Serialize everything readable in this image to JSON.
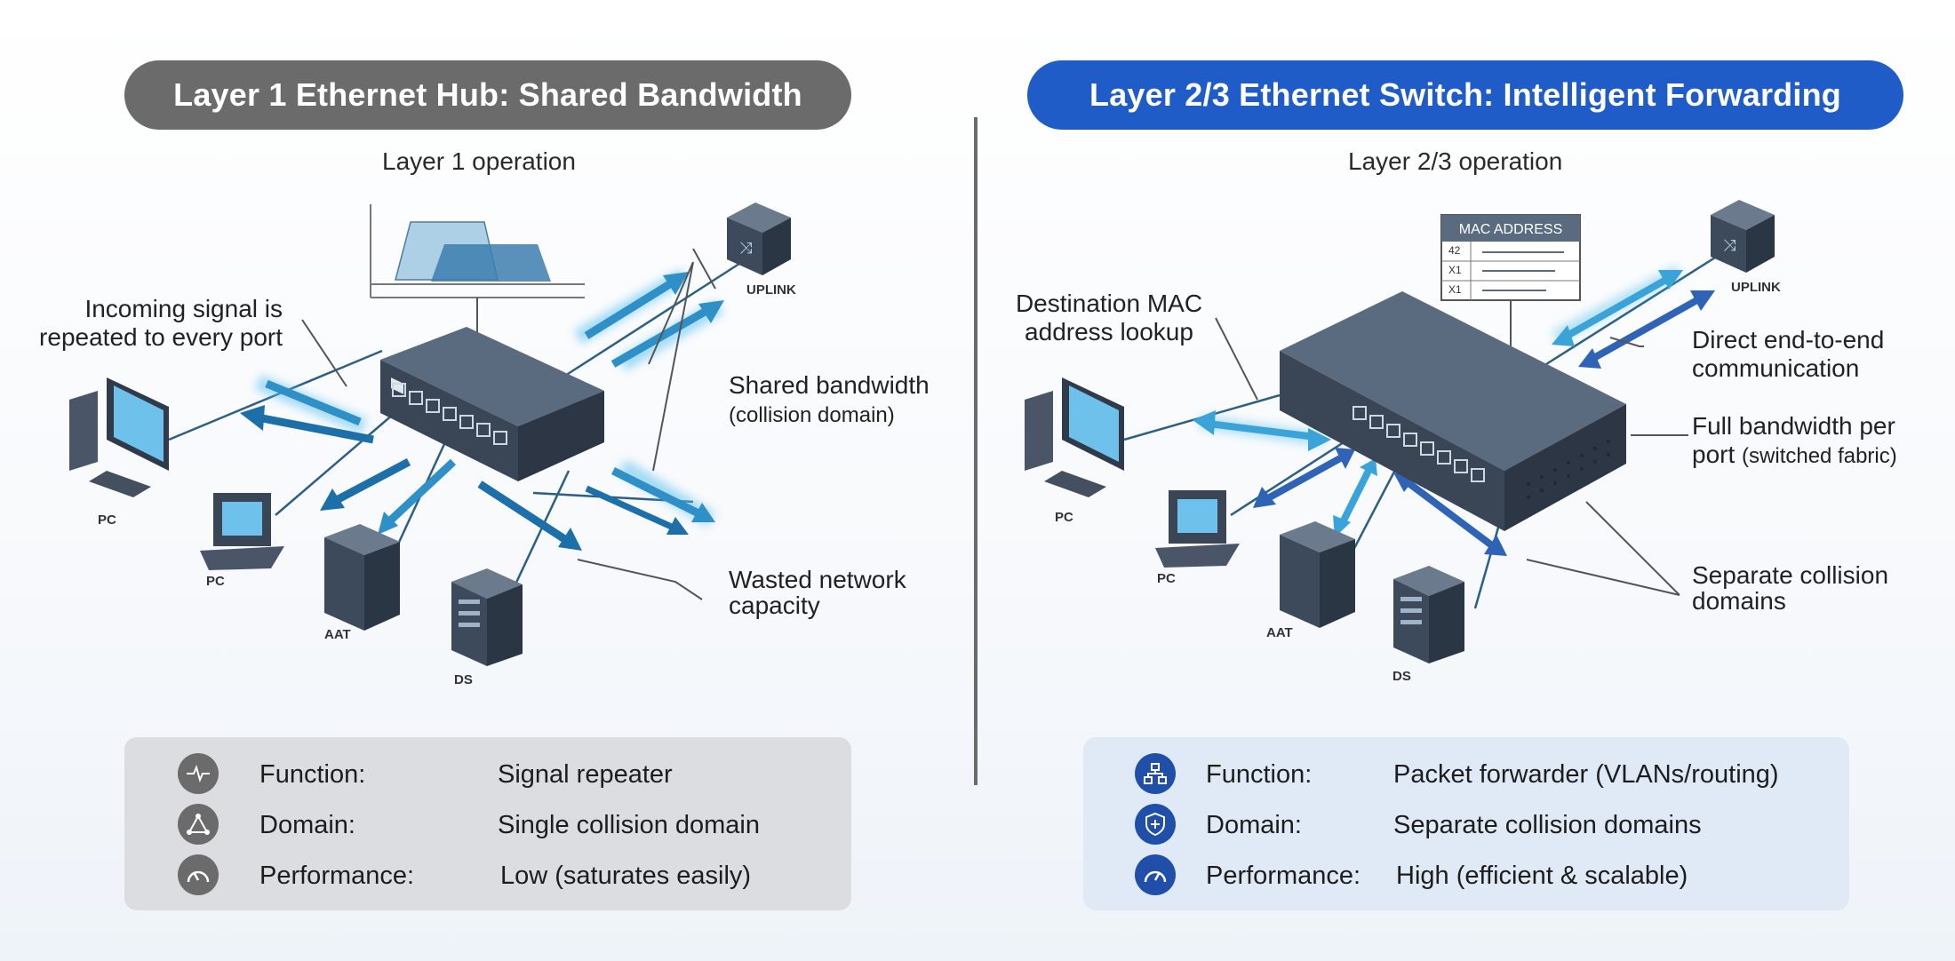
{
  "left": {
    "title": "Layer 1 Ethernet Hub: Shared Bandwidth",
    "operation": "Layer 1 operation",
    "callouts": {
      "incoming_1": "Incoming signal is",
      "incoming_2": "repeated to every port",
      "shared_1": "Shared bandwidth",
      "shared_2": "(collision domain)",
      "wasted_1": "Wasted network",
      "wasted_2": "capacity"
    },
    "devices": {
      "uplink": "UPLINK",
      "pc1": "PC",
      "pc2": "PC",
      "aat": "AAT",
      "ds": "DS"
    },
    "info": [
      {
        "icon": "pulse-icon",
        "key": "Function:",
        "value": "Signal repeater"
      },
      {
        "icon": "triangle-nodes-icon",
        "key": "Domain:",
        "value": "Single collision domain"
      },
      {
        "icon": "gauge-icon",
        "key": "Performance:",
        "value": "Low (saturates easily)"
      }
    ],
    "colors": {
      "pill": "#6b6b6b",
      "box": "#dcdde0"
    }
  },
  "right": {
    "title": "Layer 2/3 Ethernet Switch: Intelligent Forwarding",
    "operation": "Layer 2/3 operation",
    "mac_table": {
      "header": "MAC ADDRESS",
      "rows": [
        "42",
        "X1",
        "X1"
      ]
    },
    "callouts": {
      "dest_1": "Destination MAC",
      "dest_2": "address lookup",
      "direct_1": "Direct end-to-end",
      "direct_2": "communication",
      "full_1": "Full bandwidth per",
      "full_2a": "port",
      "full_2b": "(switched fabric)",
      "sep_1": "Separate collision",
      "sep_2": "domains"
    },
    "devices": {
      "uplink": "UPLINK",
      "pc1": "PC",
      "pc2": "PC",
      "aat": "AAT",
      "ds": "DS"
    },
    "info": [
      {
        "icon": "network-icon",
        "key": "Function:",
        "value": "Packet forwarder (VLANs/routing)"
      },
      {
        "icon": "shield-icon",
        "key": "Domain:",
        "value": "Separate collision domains"
      },
      {
        "icon": "gauge-icon",
        "key": "Performance:",
        "value": "High (efficient & scalable)"
      }
    ],
    "colors": {
      "pill": "#1f5cc8",
      "box": "#dfeaf6"
    }
  }
}
